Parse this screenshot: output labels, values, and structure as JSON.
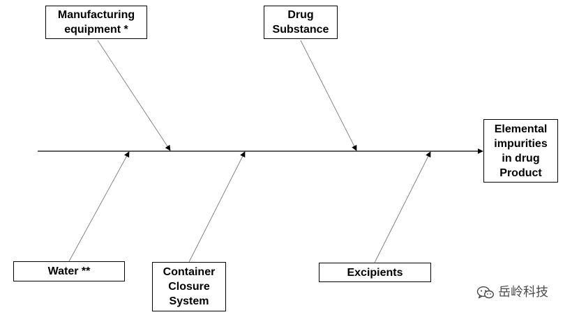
{
  "diagram": {
    "effect": {
      "label": "Elemental\nimpurities\nin drug\nProduct"
    },
    "causes": {
      "manufacturing_equipment": "Manufacturing\nequipment *",
      "drug_substance": "Drug\nSubstance",
      "water": "Water **",
      "container_closure_system": "Container\nClosure\nSystem",
      "excipients": "Excipients"
    }
  },
  "watermark": {
    "text": "岳岭科技",
    "icon": "wechat-icon"
  },
  "colors": {
    "line": "#000000",
    "box_border": "#000000",
    "watermark": "#4a4a4a"
  }
}
